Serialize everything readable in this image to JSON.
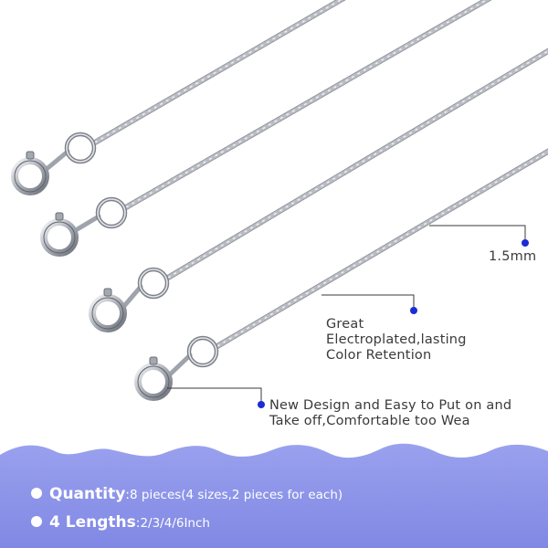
{
  "callouts": {
    "size": "1.5mm",
    "plating_line1": "Great Electroplated,lasting",
    "plating_line2": "Color Retention",
    "design_line1": "New Design and Easy to Put on and",
    "design_line2": "Take off,Comfortable too Wea"
  },
  "specs": {
    "quantity_label": "Quantity",
    "quantity_value": "8 pieces(4 sizes,2 pieces for each)",
    "lengths_label": "4 Lengths",
    "lengths_value": "2/3/4/6Inch"
  },
  "colors": {
    "wave": "#8a92e8",
    "callout_dot": "#1c2bd6",
    "leader_line": "#3a3a3a",
    "text": "#3a3a3a",
    "chain": "#b9bcc3"
  },
  "chains": {
    "count": 4
  }
}
